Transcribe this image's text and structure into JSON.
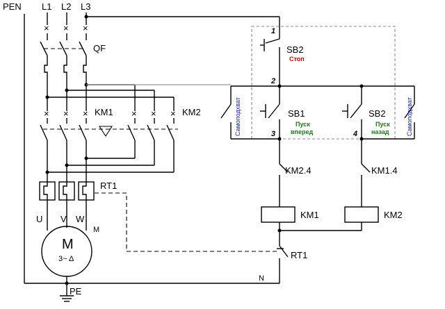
{
  "labels": {
    "pen": "PEN",
    "l1": "L1",
    "l2": "L2",
    "l3": "L3",
    "qf": "QF",
    "km1": "KM1",
    "km2": "KM2",
    "rt1": "RT1",
    "u": "U",
    "v": "V",
    "w": "W",
    "m": "M",
    "motor_letter": "M",
    "motor_spec": "3~ Δ",
    "pe": "PE",
    "n": "N",
    "node1": "1",
    "node2": "2",
    "node3": "3",
    "node4": "4",
    "sb2_top": "SB2",
    "stop": "Стоп",
    "sb1": "SB1",
    "sb2_right": "SB2",
    "start_forward_1": "Пуск",
    "start_forward_2": "вперед",
    "start_reverse_1": "Пуск",
    "start_reverse_2": "назад",
    "self_hold_left": "Самоподхват",
    "self_hold_right": "Самоподхват",
    "km2_4": "KM2.4",
    "km1_4": "KM1.4",
    "coil_km1": "KM1",
    "coil_km2": "KM2",
    "rt1_contact": "RT1"
  },
  "colors": {
    "stop_text": "#cc0000",
    "start_text": "#1a7a1a",
    "self_hold_text": "#1a2a8a"
  }
}
